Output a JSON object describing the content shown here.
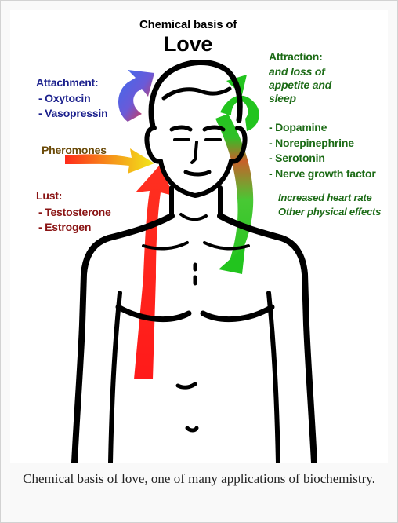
{
  "figure": {
    "title_line1": "Chemical basis of",
    "title_line2": "Love",
    "attachment": {
      "heading": "Attachment:",
      "items": [
        "- Oxytocin",
        "- Vasopressin"
      ]
    },
    "pheromones": "Pheromones",
    "lust": {
      "heading": "Lust:",
      "items": [
        "- Testosterone",
        "- Estrogen"
      ]
    },
    "attraction": {
      "heading": "Attraction:",
      "subtitle_lines": [
        "and loss of",
        "appetite and",
        "sleep"
      ],
      "items": [
        "- Dopamine",
        "- Norepinephrine",
        "- Serotonin",
        "- Nerve growth factor"
      ]
    },
    "effects": [
      "Increased heart rate",
      "Other physical effects"
    ],
    "colors": {
      "attachment": "#1a1f8c",
      "pheromones": "#6b4a08",
      "lust": "#8a1414",
      "attraction": "#1c6b16",
      "arrow_red": "#ff1a1a",
      "arrow_green": "#22c41e",
      "arrow_blue": "#3a6cf0",
      "arrow_yellow": "#f5e11a"
    }
  },
  "caption": "Chemical basis of love, one of many applications of biochemistry."
}
